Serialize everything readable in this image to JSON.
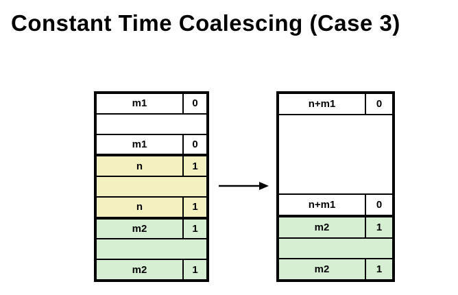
{
  "title": "Constant Time Coalescing (Case 3)",
  "colors": {
    "background": "#ffffff",
    "border": "#000000",
    "text": "#000000",
    "free_block_yellow": "#f4f1c1",
    "allocated_block_green": "#d6eed2",
    "white_block": "#ffffff"
  },
  "icons": {
    "transition_arrow": "→"
  },
  "before_block": {
    "rows": [
      {
        "label": "m1",
        "bit": "0",
        "fill": "white"
      },
      {
        "label": "",
        "bit": "",
        "fill": "white"
      },
      {
        "label": "m1",
        "bit": "0",
        "fill": "white"
      },
      {
        "label": "n",
        "bit": "1",
        "fill": "yellow"
      },
      {
        "label": "",
        "bit": "",
        "fill": "yellow"
      },
      {
        "label": "n",
        "bit": "1",
        "fill": "yellow"
      },
      {
        "label": "m2",
        "bit": "1",
        "fill": "green"
      },
      {
        "label": "",
        "bit": "",
        "fill": "green"
      },
      {
        "label": "m2",
        "bit": "1",
        "fill": "green"
      }
    ]
  },
  "after_block": {
    "rows": [
      {
        "label": "n+m1",
        "bit": "0",
        "fill": "white"
      },
      {
        "label": "",
        "bit": "",
        "fill": "white"
      },
      {
        "label": "n+m1",
        "bit": "0",
        "fill": "white"
      },
      {
        "label": "m2",
        "bit": "1",
        "fill": "green"
      },
      {
        "label": "",
        "bit": "",
        "fill": "green"
      },
      {
        "label": "m2",
        "bit": "1",
        "fill": "green"
      }
    ]
  }
}
